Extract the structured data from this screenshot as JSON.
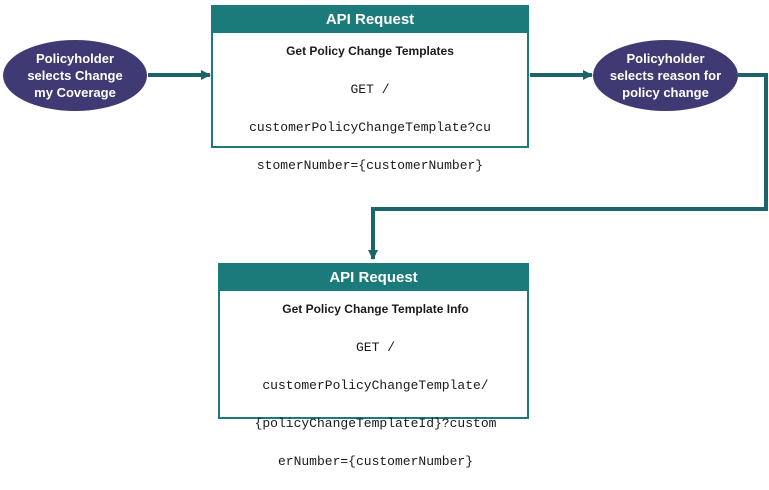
{
  "start_node": {
    "lines": [
      "Policyholder",
      "selects Change",
      "my Coverage"
    ]
  },
  "request_1": {
    "header": "API Request",
    "title": "Get Policy Change Templates",
    "method": "GET /",
    "path_lines": [
      "customerPolicyChangeTemplate?cu",
      "stomerNumber={customerNumber}"
    ]
  },
  "reason_node": {
    "lines": [
      "Policyholder",
      "selects reason for",
      "policy change"
    ]
  },
  "request_2": {
    "header": "API Request",
    "title": "Get Policy Change Template Info",
    "method": "GET /",
    "path_lines": [
      "customerPolicyChangeTemplate/",
      "{policyChangeTemplateId}?custom",
      "erNumber={customerNumber}"
    ]
  },
  "colors": {
    "node_fill": "#3f3a73",
    "header_fill": "#1b7a7a",
    "connector": "#1b6468"
  }
}
